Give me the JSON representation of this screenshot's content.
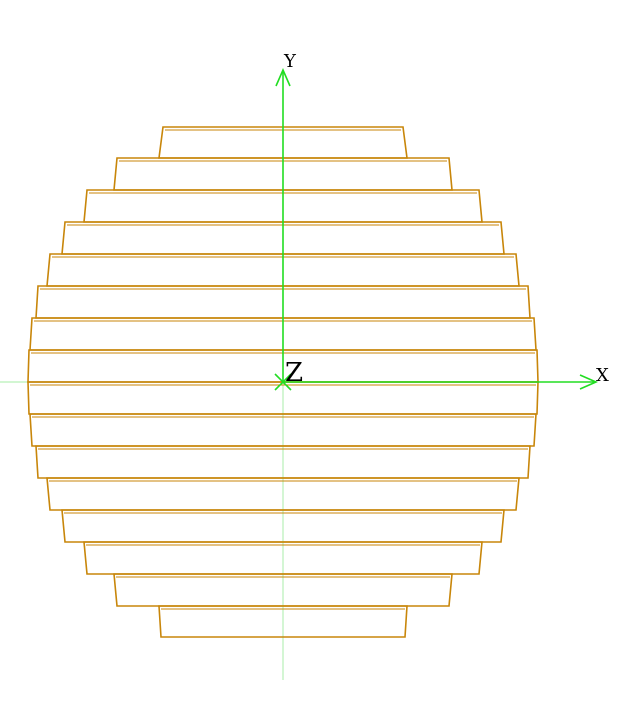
{
  "colors": {
    "background": "#ffffff",
    "axis": "#22dd22",
    "axis_faint": "#b8f0b8",
    "slab": "#c8860a"
  },
  "axes": {
    "y_label": "Y",
    "x_label": "X",
    "z_label": "Z"
  },
  "icons": {
    "origin_marker": "x-cross-icon",
    "y_arrow": "arrow-up-icon",
    "x_arrow": "arrow-right-icon"
  }
}
